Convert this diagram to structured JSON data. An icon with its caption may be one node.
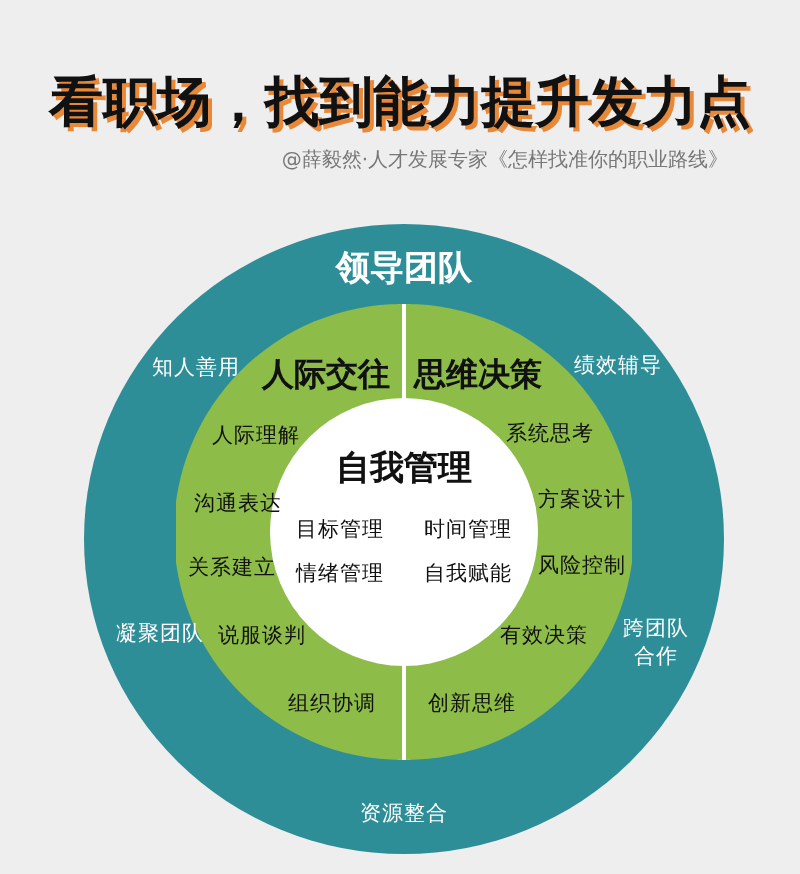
{
  "diagram": {
    "title": "看职场，找到能力提升发力点",
    "caption": "@薛毅然·人才发展专家《怎样找准你的职业路线》",
    "nodes": [
      {
        "text": [
          "领导团队",
          "知人善用",
          "绩效辅导",
          "凝聚团队",
          "跨团队合作",
          "资源整合"
        ]
      },
      {
        "text": [
          "人际交往",
          "人际理解",
          "沟通表达",
          "关系建立",
          "说服谈判",
          "组织协调"
        ],
        "in": 0
      },
      {
        "text": [
          "思维决策",
          "系统思考",
          "方案设计",
          "风险控制",
          "有效决策",
          "创新思维"
        ],
        "in": 0
      },
      {
        "text": [
          "自我管理",
          "目标管理",
          "时间管理",
          "情绪管理",
          "自我赋能"
        ],
        "in": 0
      }
    ]
  }
}
